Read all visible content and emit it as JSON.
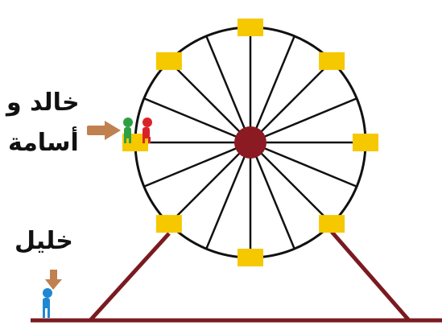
{
  "labels": {
    "pair_line1": "خالد و",
    "pair_line2": "أسامة",
    "single": "خليل"
  },
  "wheel": {
    "spoke_count": 16,
    "cabin_count": 8
  },
  "colors": {
    "rim": "#111111",
    "spoke": "#111111",
    "hub": "#8b1a22",
    "cabin": "#f5c800",
    "support": "#7a1a20",
    "ground": "#7a1a20",
    "arrow": "#c08050",
    "figure_green": "#2ea043",
    "figure_red": "#d9232a",
    "figure_blue": "#1e88d2"
  },
  "icons": {
    "arrow_pair": "arrow-right-icon",
    "arrow_single": "arrow-down-icon",
    "figure": "person-icon"
  }
}
